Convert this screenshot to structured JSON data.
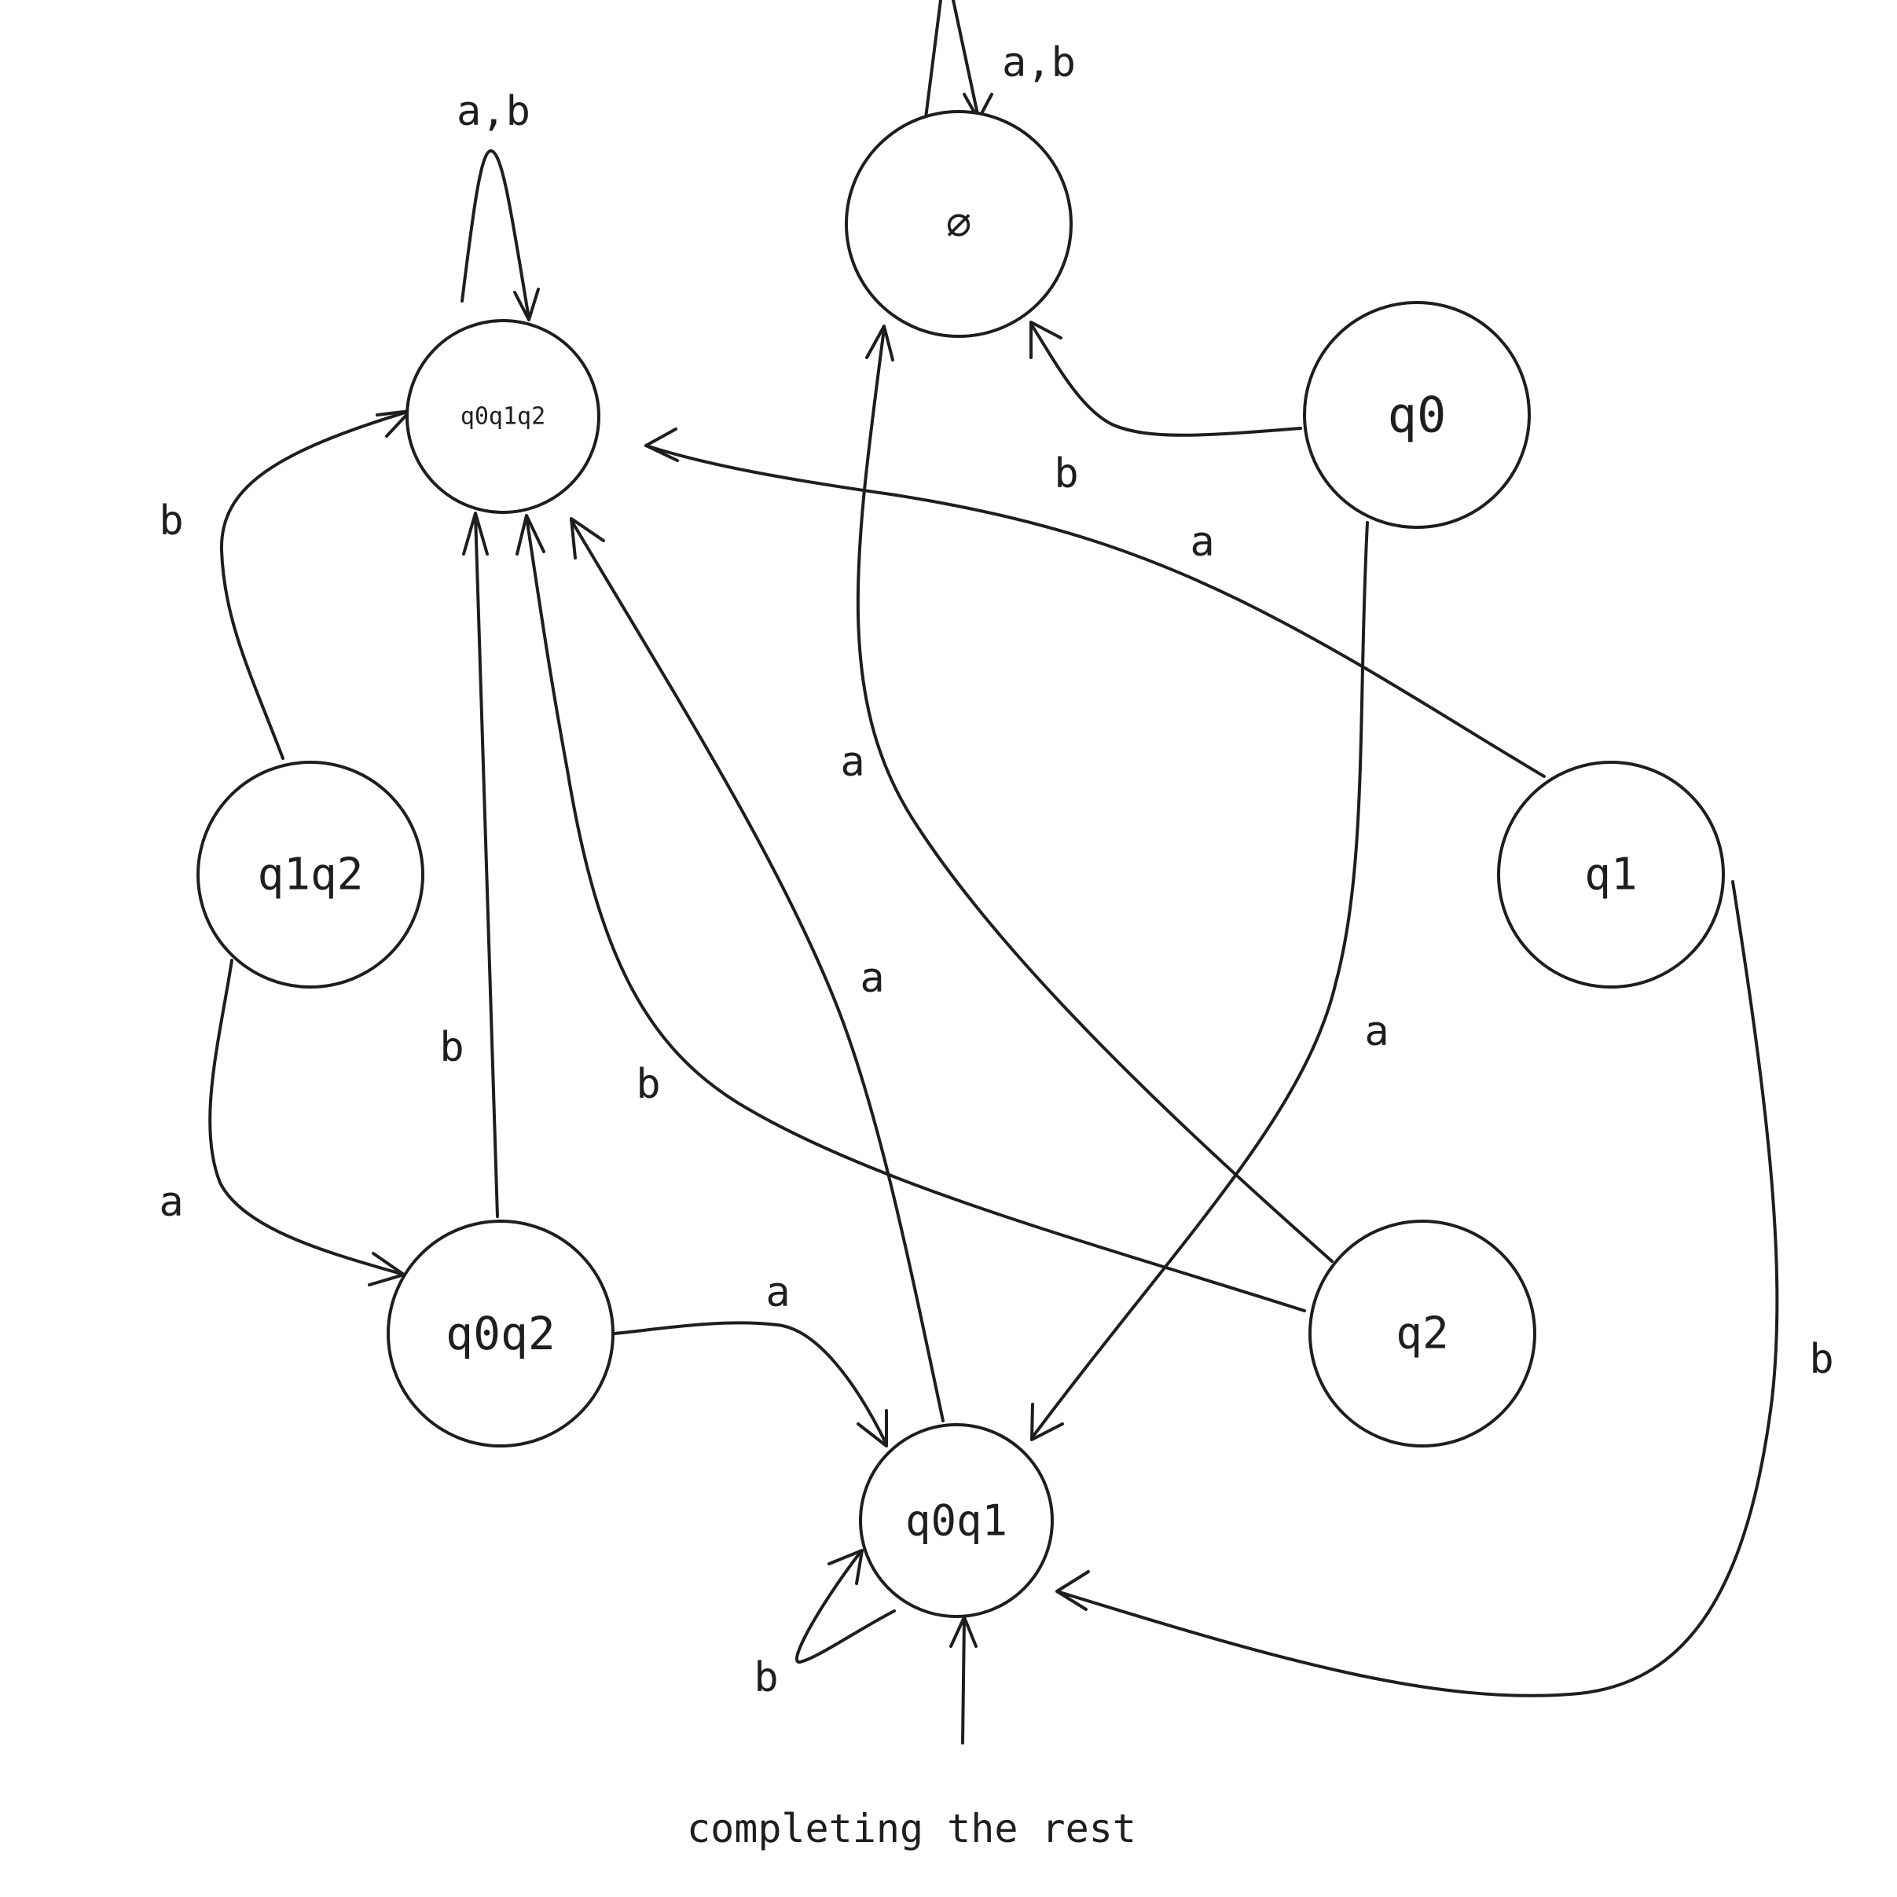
{
  "diagram": {
    "states": {
      "empty": "∅",
      "q0q1q2": "q0q1q2",
      "q0": "q0",
      "q1q2": "q1q2",
      "q1": "q1",
      "q0q2": "q0q2",
      "q2": "q2",
      "q0q1": "q0q1"
    },
    "transitions": [
      {
        "from": "empty",
        "to": "empty",
        "label": "a,b"
      },
      {
        "from": "q0q1q2",
        "to": "q0q1q2",
        "label": "a,b"
      },
      {
        "from": "q0",
        "to": "empty",
        "label": "b"
      },
      {
        "from": "q0",
        "to": "q0q1",
        "label": "a"
      },
      {
        "from": "q1",
        "to": "q0q1q2",
        "label": "a"
      },
      {
        "from": "q1",
        "to": "q0q1",
        "label": "b"
      },
      {
        "from": "q1q2",
        "to": "q0q1q2",
        "label": "b"
      },
      {
        "from": "q1q2",
        "to": "q0q2",
        "label": "a"
      },
      {
        "from": "q0q2",
        "to": "q0q1q2",
        "label": "b"
      },
      {
        "from": "q0q2",
        "to": "q0q1",
        "label": "a"
      },
      {
        "from": "q2",
        "to": "q0q1q2",
        "label": "b"
      },
      {
        "from": "q2",
        "to": "empty",
        "label": "a"
      },
      {
        "from": "q0q1",
        "to": "q0q1q2",
        "label": "a"
      },
      {
        "from": "q0q1",
        "to": "q0q1",
        "label": "b"
      }
    ],
    "start_state": "q0q1",
    "caption": "completing the rest"
  }
}
